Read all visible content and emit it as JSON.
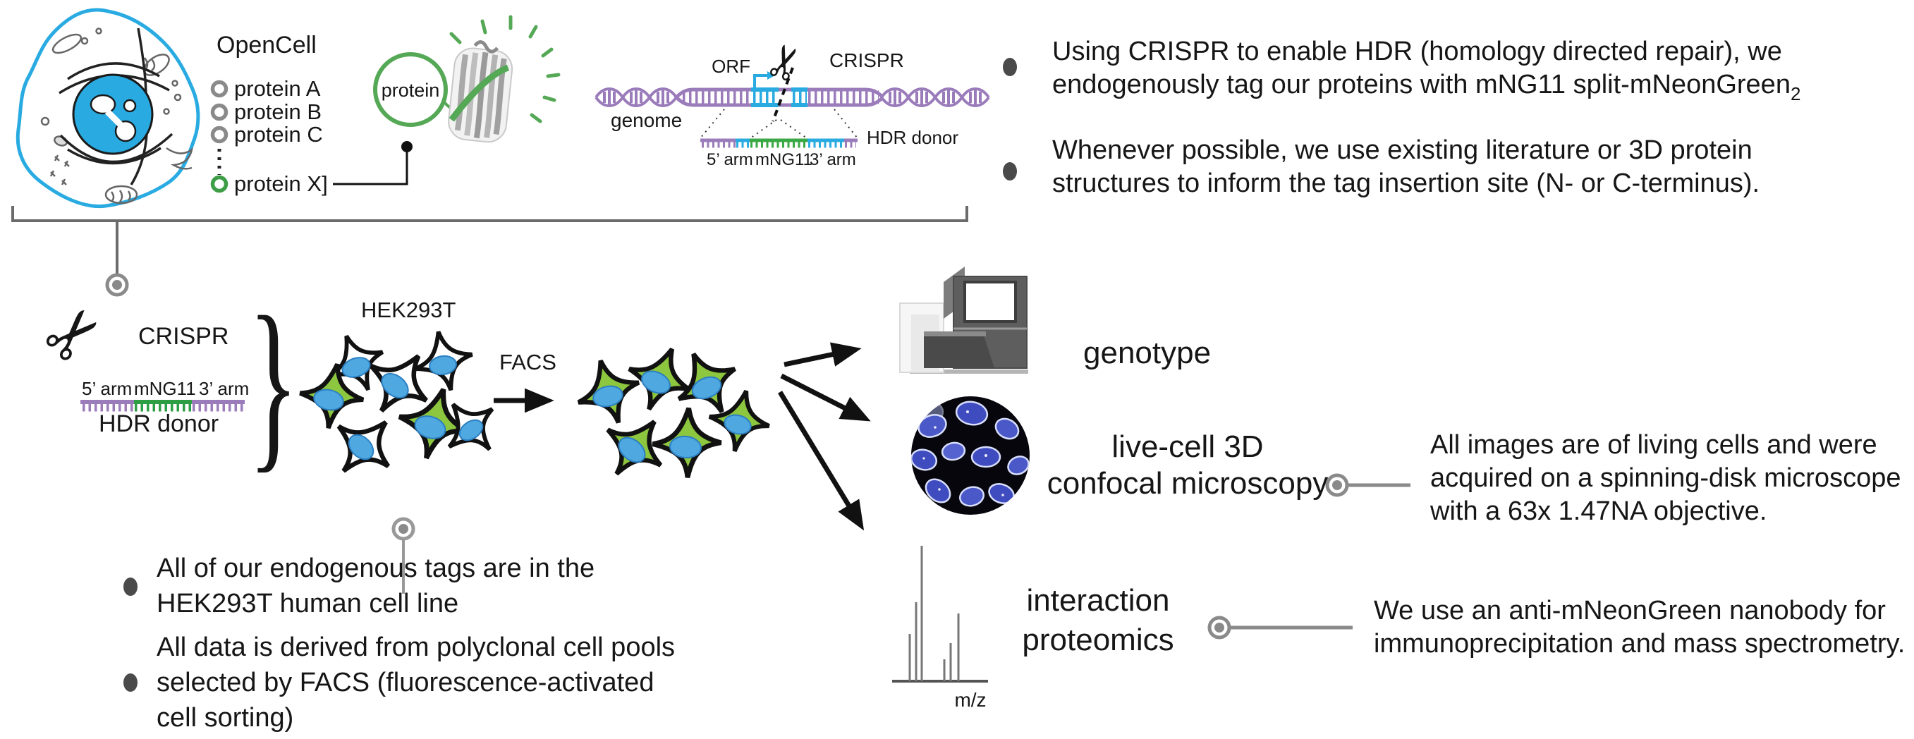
{
  "colors": {
    "opencell_blue": "#29ABE2",
    "tag_green": "#39A845",
    "protein_circle_green": "#55A855",
    "dna_purple": "#9B7CBB",
    "cell_green": "#8DC63F",
    "nucleus_blue": "#4FA8DF",
    "connector_gray": "#8A8A8A",
    "text_black": "#161616"
  },
  "opencell": {
    "title": "OpenCell",
    "proteins": [
      "protein A",
      "protein B",
      "protein C"
    ],
    "protein_x": "protein X]"
  },
  "tagging": {
    "protein_circle": "protein",
    "orf": "ORF",
    "crispr": "CRISPR",
    "genome": "genome",
    "hdr_donor": "HDR donor",
    "arm5": "5’ arm",
    "mng11": "mNG11",
    "arm3": "3’ arm"
  },
  "bullets_top": {
    "b1_line1": "Using CRISPR to enable HDR (homology directed repair), we",
    "b1_line2": "endogenously tag our proteins with mNG11 split-mNeonGreen",
    "b1_sub": "2",
    "b2_line1": "Whenever possible, we use existing literature or 3D protein",
    "b2_line2": "structures to inform the tag insertion site (N- or C-terminus)."
  },
  "workflow": {
    "crispr": "CRISPR",
    "arm5": "5’ arm",
    "mng11": "mNG11",
    "arm3": "3’ arm",
    "hdr_donor": "HDR donor",
    "cell_line": "HEK293T",
    "facs": "FACS",
    "genotype": "genotype",
    "imaging_l1": "live-cell 3D",
    "imaging_l2": "confocal microscopy",
    "proteomics_l1": "interaction",
    "proteomics_l2": "proteomics",
    "mz": "m/z"
  },
  "bullets_bottom": {
    "b1_line1": "All of our endogenous tags are in the",
    "b1_line2": "HEK293T human cell line",
    "b2_line1": "All data is derived from polyclonal cell pools",
    "b2_line2": "selected by FACS (fluorescence-activated",
    "b2_line3": "cell sorting)"
  },
  "annotations": {
    "imaging_l1": "All images are of living cells and were",
    "imaging_l2": "acquired on a spinning-disk microscope",
    "imaging_l3": "with a 63x 1.47NA objective.",
    "proteomics_l1": "We use an anti-mNeonGreen nanobody for",
    "proteomics_l2": "immunoprecipitation and mass spectrometry."
  }
}
